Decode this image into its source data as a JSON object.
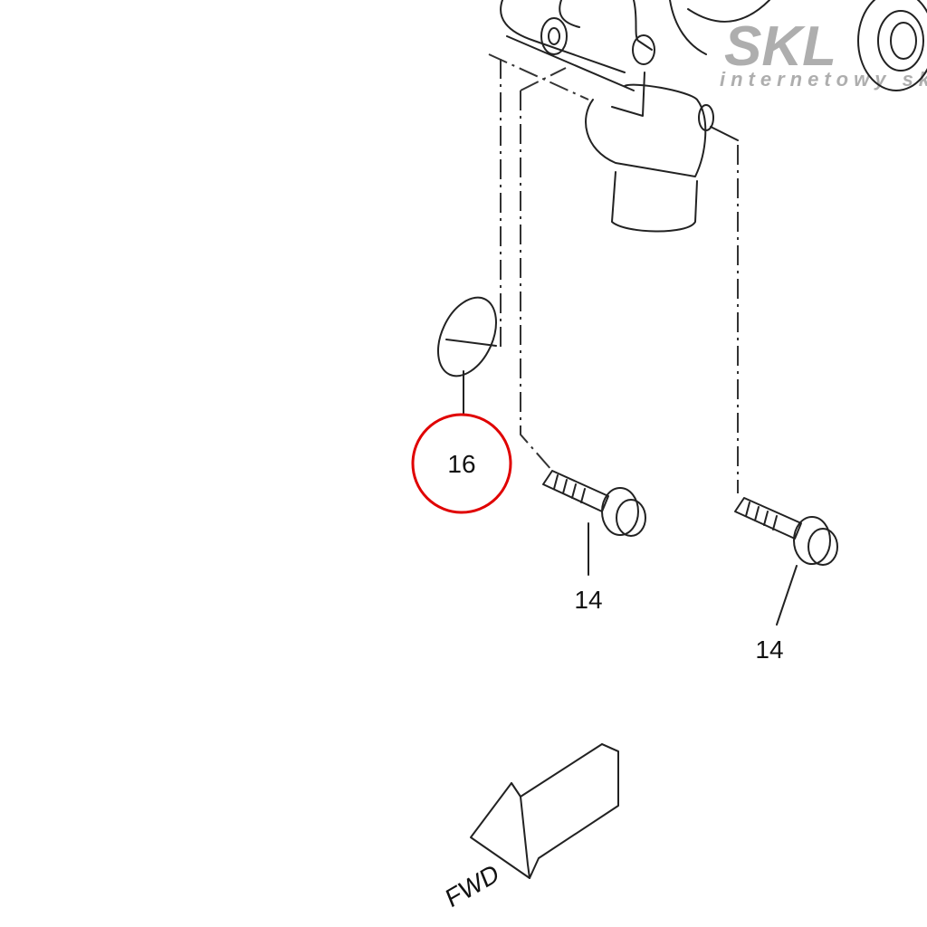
{
  "diagram": {
    "callouts": [
      {
        "id": "16",
        "label": "16",
        "highlighted": true
      },
      {
        "id": "14a",
        "label": "14",
        "highlighted": false
      },
      {
        "id": "14b",
        "label": "14",
        "highlighted": false
      }
    ],
    "direction_arrow": "FWD",
    "highlight_color": "#e00000",
    "watermark": {
      "title": "SKLEP",
      "subtitle": "internetowy sklep"
    }
  }
}
